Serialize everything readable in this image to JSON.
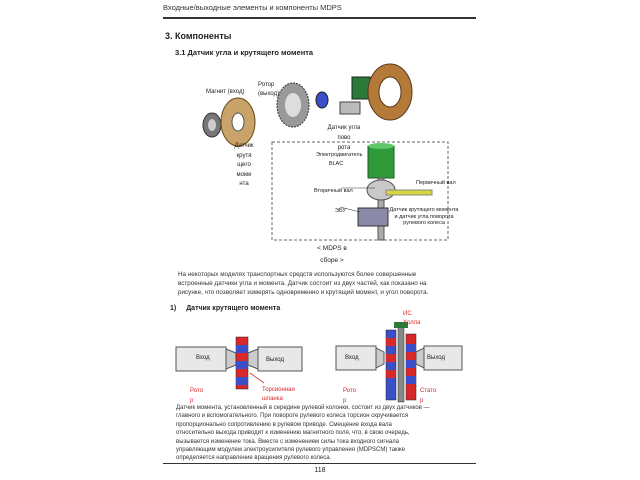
{
  "header": {
    "title": "Входные/выходные элементы и компоненты MDPS"
  },
  "section": {
    "title": "3. Компоненты",
    "subsection": "3.1 Датчик угла и крутящего момента"
  },
  "figure1": {
    "labels": {
      "magnet": "Магнит (вход)",
      "rotor": "Ротор",
      "output": "(выход)",
      "torque_sensor": [
        "Датчик",
        "крутя",
        "щего",
        "моме",
        "нта"
      ],
      "angle_sensor": [
        "Датчик угла",
        "пово",
        "рота"
      ],
      "motor": [
        "Электродвигатель",
        "BLAC"
      ],
      "output_shaft": "Вторичный вал",
      "input_shaft": "Первичный вал",
      "ecu": "ЭБУ",
      "sensor_assembly": [
        "Датчик крутящего момента",
        "и датчик угла поворота",
        "рулевого колеса"
      ]
    },
    "caption": [
      "< MDPS в",
      "сборе >"
    ]
  },
  "intro_paragraph": [
    "На некоторых моделях транспортных средств используются более совершенные",
    "встроенные датчики угла и момента. Датчик состоит из двух частей, как показано на",
    "рисунке, что позволяет измерять одновременно и крутящий момент, и угол поворота."
  ],
  "torque_heading": {
    "number": "1)",
    "text": "Датчик крутящего момента"
  },
  "figure2": {
    "left": {
      "input": "Вход",
      "output": "Выход",
      "rotor": [
        "Рото",
        "р"
      ],
      "torsion": [
        "Торсионная",
        "шпанка"
      ]
    },
    "right": {
      "input": "Вход",
      "output": "Выход",
      "rotor": [
        "Рото",
        "р"
      ],
      "stator": [
        "Стато",
        "р"
      ],
      "hall": [
        "ИС",
        "Холла"
      ]
    }
  },
  "description_paragraph": [
    "Датчик момента, установленный в середине рулевой колонки, состоит из двух датчиков —",
    "главного и вспомогательного. При повороте рулевого колеса торсион скручивается",
    "пропорционально сопротивлению в рулевом приводе. Смещение входа вала",
    "относительно выхода приводит к изменению магнитного поля, что, в свою очередь,",
    "вызывается изменение тока. Вместе с изменением силы тока входного сигнала",
    "управляющим модулем электроусилителя рулевого управления (MDPSCM) также",
    "определяется направление вращения рулевого колеса."
  ],
  "footer": {
    "page": "118"
  },
  "colors": {
    "rotor_red": "#d8282a",
    "rotor_blue": "#3a4fc8",
    "accent": "#2a7a3a"
  }
}
